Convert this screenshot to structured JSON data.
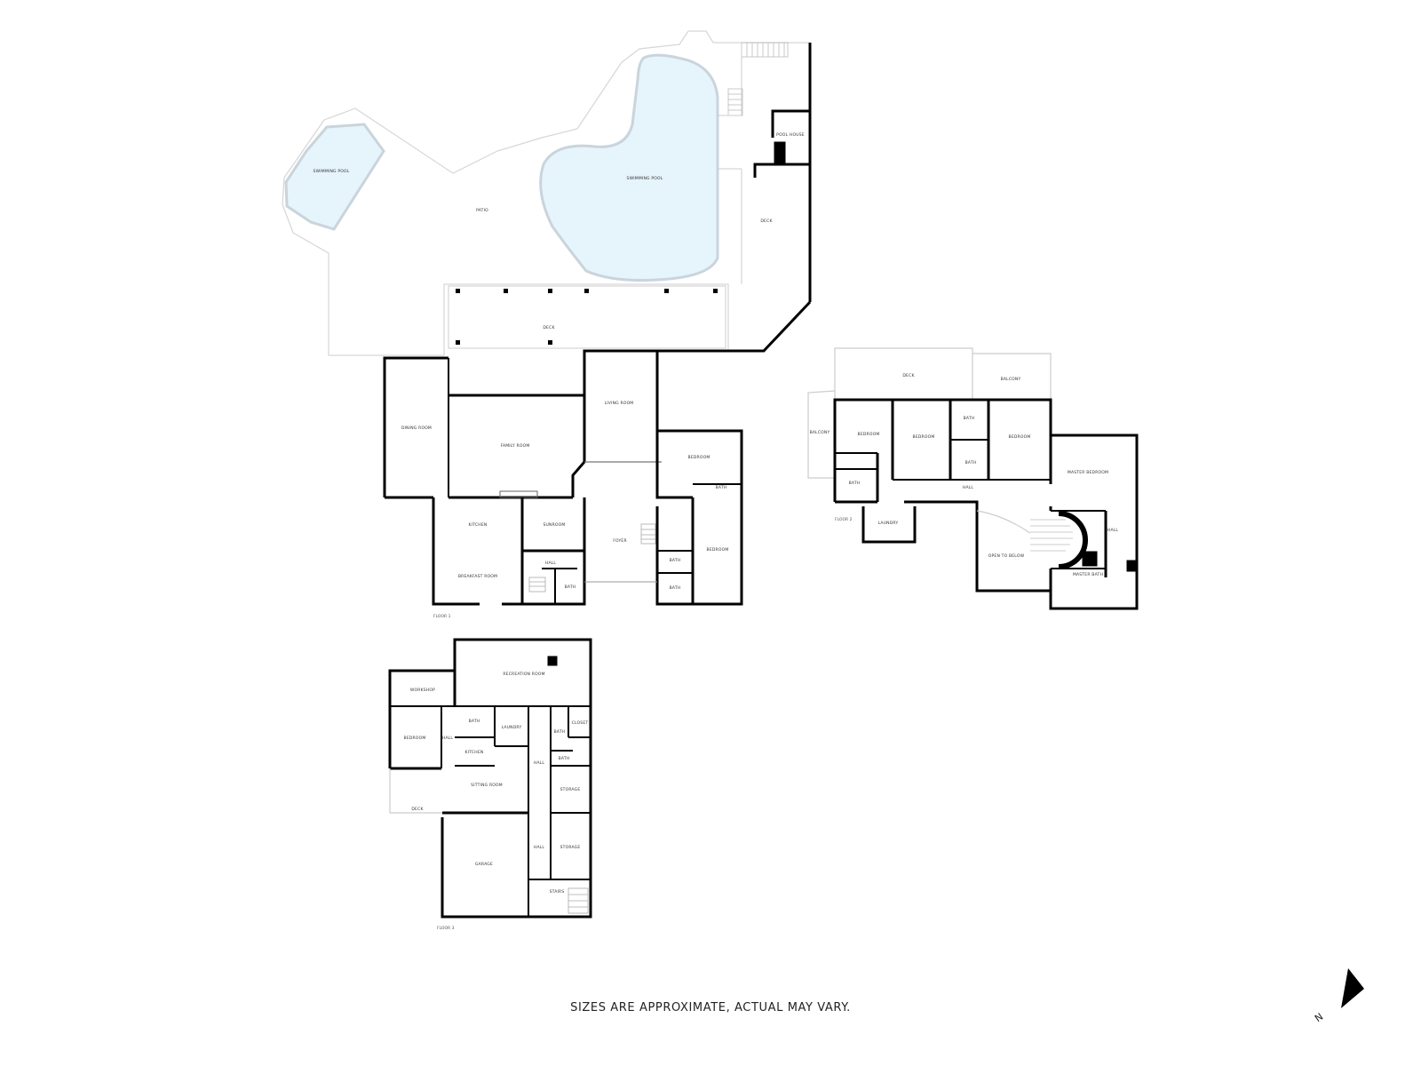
{
  "footer": {
    "disclaimer": "SIZES ARE APPROXIMATE, ACTUAL MAY VARY."
  },
  "compass": {
    "label": "N"
  },
  "outdoor": {
    "pool_small": "SWIMMING POOL",
    "pool_large": "SWIMMING POOL",
    "patio": "PATIO",
    "pool_house": "POOL HOUSE",
    "deck": "DECK",
    "deck_covered": "DECK"
  },
  "floor1": {
    "label": "FLOOR 1",
    "rooms": {
      "dining_room": "DINING ROOM",
      "family_room": "FAMILY ROOM",
      "living_room": "LIVING ROOM",
      "kitchen": "KITCHEN",
      "breakfast_room": "BREAKFAST ROOM",
      "sunroom": "SUNROOM",
      "hall": "HALL",
      "bath_half": "BATH",
      "foyer": "FOYER",
      "bedroom_a": "BEDROOM",
      "bath_a": "BATH",
      "bedroom_b": "BEDROOM",
      "bath_b": "BATH",
      "bath_c": "BATH"
    }
  },
  "floor2": {
    "label": "FLOOR 2",
    "rooms": {
      "deck": "DECK",
      "balcony_top": "BALCONY",
      "balcony_side": "BALCONY",
      "bedroom_1": "BEDROOM",
      "bedroom_2": "BEDROOM",
      "bath_top": "BATH",
      "bath_mid": "BATH",
      "bedroom_3": "BEDROOM",
      "master_bedroom": "MASTER BEDROOM",
      "bath_left": "BATH",
      "hall": "HALL",
      "laundry": "LAUNDRY",
      "open_to_below": "OPEN TO BELOW",
      "hall_right": "HALL",
      "master_bath": "MASTER BATH"
    }
  },
  "floor3": {
    "label": "FLOOR 3",
    "rooms": {
      "recreation_room": "RECREATION ROOM",
      "workshop": "WORKSHOP",
      "bedroom": "BEDROOM",
      "hall_a": "HALL",
      "bath": "BATH",
      "kitchen": "KITCHEN",
      "laundry": "LAUNDRY",
      "hall_b": "HALL",
      "bath_b": "BATH",
      "closet": "CLOSET",
      "bath_c": "BATH",
      "sitting_room": "SITTING ROOM",
      "storage_a": "STORAGE",
      "storage_b": "STORAGE",
      "hall_c": "HALL",
      "garage": "GARAGE",
      "deck": "DECK",
      "stairs": "STAIRS"
    }
  }
}
